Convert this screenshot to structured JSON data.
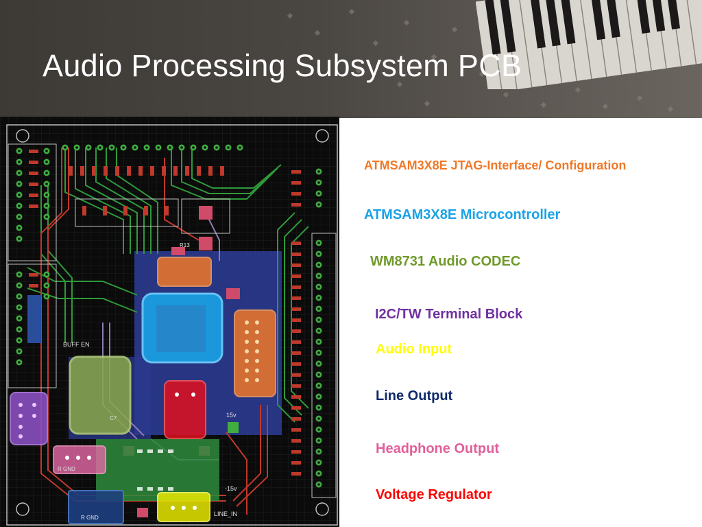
{
  "slide": {
    "title": "Audio Processing Subsystem PCB"
  },
  "pcb_labels": {
    "buffer": "BUFF EN",
    "v15": "15v",
    "v15b": "-15v",
    "line_in": "LINE_IN",
    "gnd_r": "R  GND",
    "gnd_r2": "R  GND",
    "c7": "C7",
    "r13": "R13"
  },
  "legend": [
    {
      "label": "ATMSAM3X8E JTAG-Interface/ Configuration",
      "color": "#f07828"
    },
    {
      "label": "ATMSAM3X8E Microcontroller",
      "color": "#1aa3e6"
    },
    {
      "label": "WM8731 Audio CODEC",
      "color": "#6f9a2a"
    },
    {
      "label": "I2C/TW Terminal Block",
      "color": "#7030a0"
    },
    {
      "label": "Audio Input",
      "color": "#ffff00"
    },
    {
      "label": "Line Output",
      "color": "#0d2a6b"
    },
    {
      "label": "Headphone Output",
      "color": "#e0609a"
    },
    {
      "label": "Voltage Regulator",
      "color": "#ff0000"
    }
  ]
}
